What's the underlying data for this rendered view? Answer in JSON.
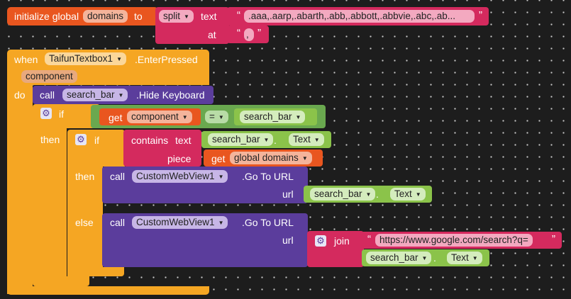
{
  "init": {
    "keyword": "initialize global",
    "var_name": "domains",
    "to": "to",
    "split": "split",
    "text_label": "text",
    "text_value": ".aaa,.aarp,.abarth,.abb,.abbott,.abbvie,.abc,.ab...",
    "at_label": "at",
    "at_value": ","
  },
  "event": {
    "when": "when",
    "component": "TaifunTextbox1",
    "event_name": ".EnterPressed",
    "param": "component",
    "do": "do"
  },
  "hide_kb": {
    "call": "call",
    "component": "search_bar",
    "method": ".Hide Keyboard"
  },
  "if1": {
    "if_label": "if",
    "then_label": "then",
    "get": "get",
    "get_var": "component",
    "op": "=",
    "compare_to": "search_bar"
  },
  "if2": {
    "if_label": "if",
    "then_label": "then",
    "else_label": "else",
    "contains": "contains",
    "text_label": "text",
    "text_component": "search_bar",
    "text_prop": "Text",
    "piece_label": "piece",
    "get": "get",
    "piece_var": "global domains"
  },
  "goto1": {
    "call": "call",
    "component": "CustomWebView1",
    "method": ".Go To URL",
    "url_label": "url",
    "url_component": "search_bar",
    "url_prop": "Text"
  },
  "goto2": {
    "call": "call",
    "component": "CustomWebView1",
    "method": ".Go To URL",
    "url_label": "url",
    "join": "join",
    "join_text": "https://www.google.com/search?q=",
    "join_component": "search_bar",
    "join_prop": "Text"
  },
  "colors": {
    "background": "#1d1d1d",
    "variables": "#e9561f",
    "text": "#d42a5e",
    "events": "#f5a623",
    "components": "#5b3d9c",
    "control": "#f5a623",
    "logic": "#6aa84f",
    "properties": "#8bc34a"
  },
  "icons": {
    "dropdown": "dropdown-arrow-icon",
    "mutator": "gear-icon"
  }
}
